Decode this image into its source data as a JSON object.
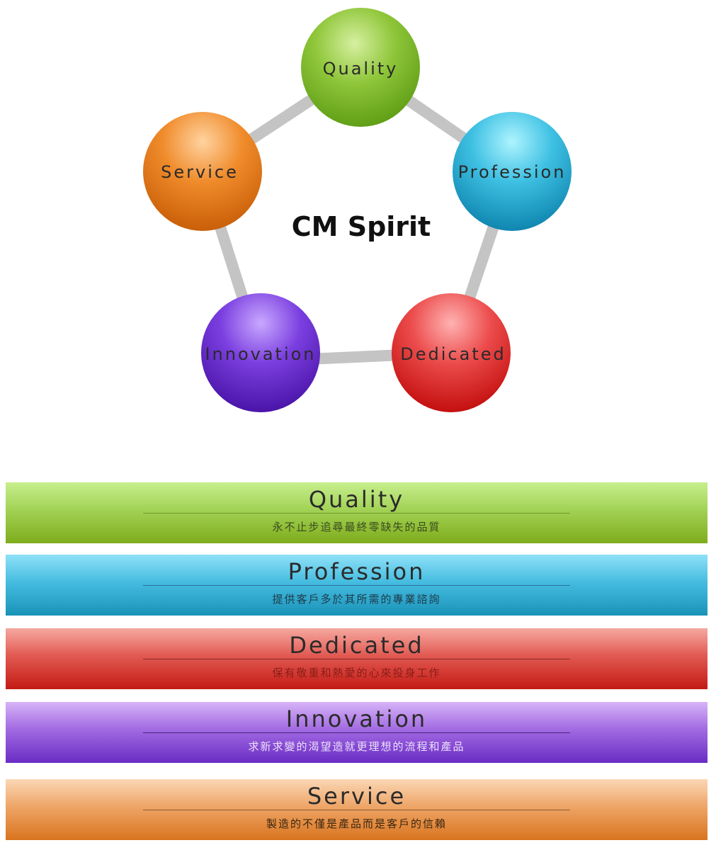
{
  "diagram": {
    "center_title": "CM Spirit",
    "nodes": [
      {
        "label": "Quality",
        "color": "#7fba2a"
      },
      {
        "label": "Profession",
        "color": "#1ea3cf"
      },
      {
        "label": "Dedicated",
        "color": "#dd2222"
      },
      {
        "label": "Innovation",
        "color": "#6a28c8"
      },
      {
        "label": "Service",
        "color": "#e07a14"
      }
    ],
    "connector_color": "#c4c4c4"
  },
  "bands": [
    {
      "title": "Quality",
      "description": "永不止步追尋最終零缺失的品質",
      "color": "#a2d255"
    },
    {
      "title": "Profession",
      "description": "提供客戶多於其所需的專業諮詢",
      "color": "#45bce0"
    },
    {
      "title": "Dedicated",
      "description": "保有敬重和熱愛的心來投身工作",
      "color": "#e15a52"
    },
    {
      "title": "Innovation",
      "description": "求新求變的渴望造就更理想的流程和產品",
      "color": "#a26ae2"
    },
    {
      "title": "Service",
      "description": "製造的不僅是產品而是客戶的信賴",
      "color": "#eea567"
    }
  ]
}
